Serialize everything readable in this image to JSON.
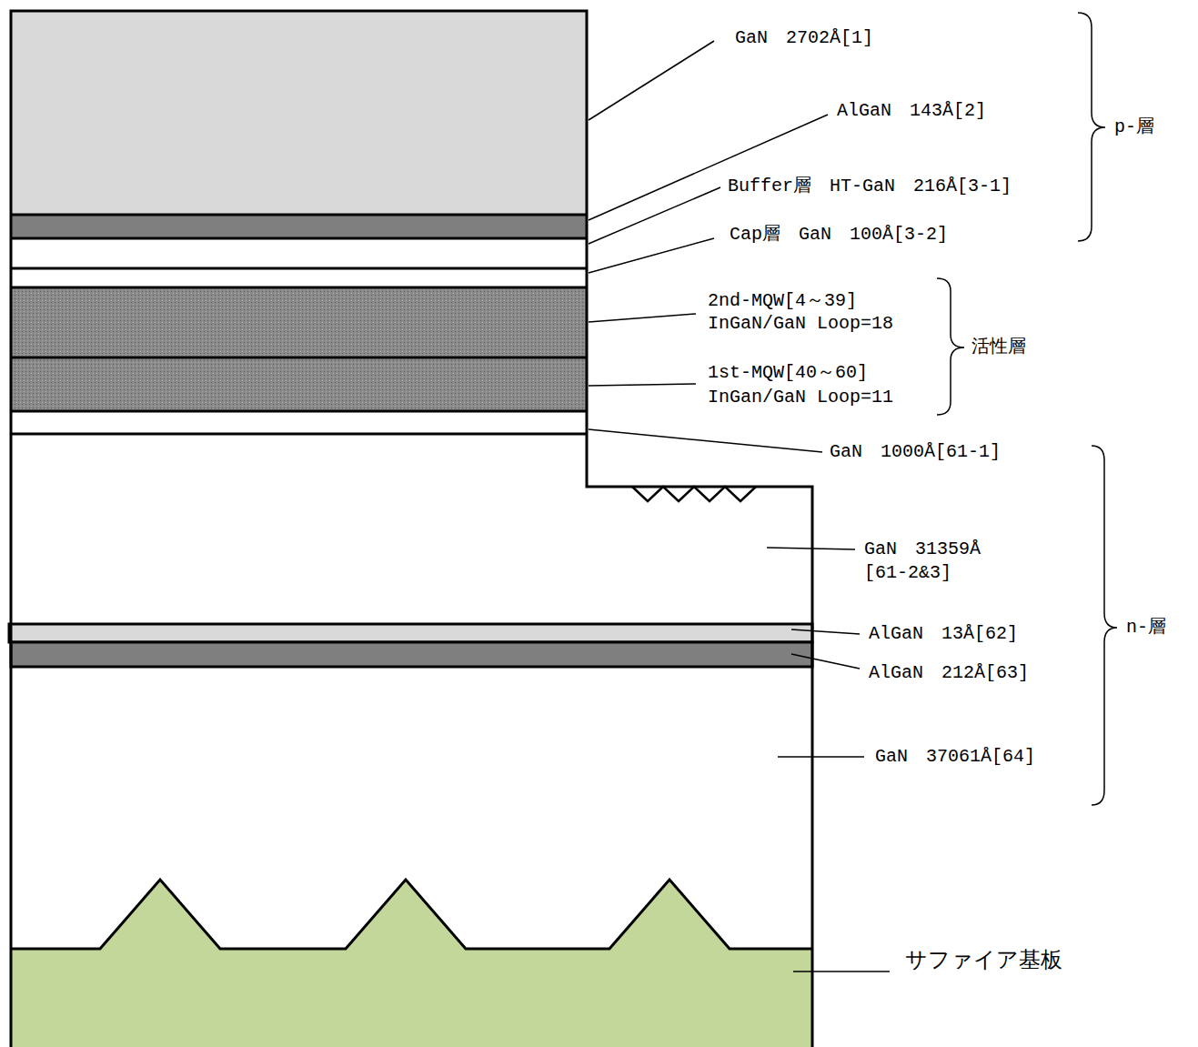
{
  "diagram": {
    "labels": [
      "GaN　2702Å[1]",
      "AlGaN　143Å[2]",
      "Buffer層　HT-GaN　216Å[3-1]",
      "Cap層　GaN　100Å[3-2]",
      "2nd-MQW[4～39]",
      "InGaN/GaN Loop=18",
      "1st-MQW[40～60]",
      "InGan/GaN Loop=11",
      "GaN　1000Å[61-1]",
      "GaN　31359Å",
      "[61-2&3]",
      "AlGaN　13Å[62]",
      "AlGaN　212Å[63]",
      "GaN　37061Å[64]",
      "サファイア基板",
      "p-層",
      "活性層",
      "n-層"
    ]
  }
}
